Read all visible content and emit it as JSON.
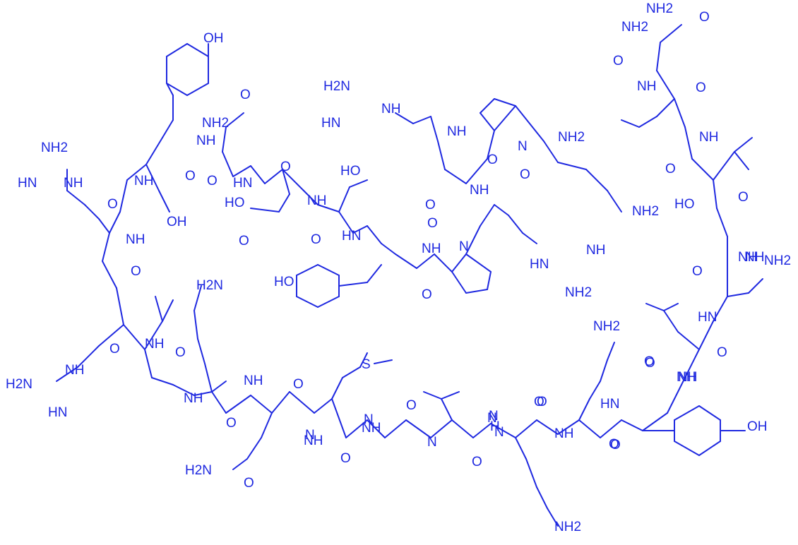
{
  "structure": {
    "type": "peptide skeletal formula",
    "color": "#1f29e0"
  },
  "labels": {
    "oh_tyr1": "OH",
    "n_leu_term": "NH",
    "o_leu_term": "O",
    "nh2_term1": "NH2",
    "o_term": "O",
    "nh2_asn_term": "NH2",
    "o_asn_term": "O",
    "nh2_tyr_side": "NH2",
    "hn_arg1": "HN",
    "nh_arg1": "NH",
    "nh_thr1": "NH",
    "o_thr1": "O",
    "nh_tyr_back": "NH",
    "o_tyr_back": "O",
    "nh2_asn2": "NH2",
    "o_asn2": "O",
    "h2n_arg_top": "H2N",
    "hn_arg_top": "HN",
    "nh_arg_top": "NH",
    "nh_ile": "NH",
    "o_ile": "O",
    "nh_pro_top": "NH",
    "o_pro_top": "O",
    "n_pro_top": "N",
    "nh2_lys_top": "NH2",
    "o_lys_top": "O",
    "hn_asn_back": "HN",
    "o_asn_back": "O",
    "nh_asp": "NH",
    "o_asp": "O",
    "ho_thr2": "HO",
    "oh_thr1": "OH",
    "ho_asp": "HO",
    "o_asp_side": "O",
    "ho_ser": "HO",
    "nh_ser": "NH",
    "o_ser": "O",
    "nh2_lys_top_side": "NH2",
    "nh_arg_mid": "NH",
    "o_arg_mid": "O",
    "o_thr2": "O",
    "hn_thr2": "HN",
    "nh_arg1b": "NH",
    "o_arg1b": "O",
    "nh_asn3": "NH",
    "o_asn3": "O",
    "nh2_asn3": "NH2",
    "nh_pro_mid": "NH",
    "n_pro_mid": "N",
    "nh_arg_mid_side": "NH",
    "hn_arg_mid_side": "HN",
    "nh2_arg_mid_side": "NH2",
    "ho_tyr2": "HO",
    "o_pro_mid": "O",
    "nh_leu2": "NH",
    "o_leu2": "O",
    "nh_asn4": "HN",
    "o_asn4": "O",
    "nh2_lys2_side": "NH2",
    "nh_arg2": "NH",
    "o_arg2": "O",
    "h2n_lys_mid": "H2N",
    "nh2_arg3": "H2N",
    "hn_arg3": "HN",
    "nh_arg3": "NH",
    "o_lys_bottom": "O",
    "nh_lys_bottom": "NH",
    "o_leu3": "O",
    "nh_gln": "NH",
    "o_gln": "O",
    "s_met": "S",
    "n_tyr3": "HN",
    "o_tyr3": "O",
    "oh_tyr3": "OH",
    "n_met": "N",
    "nh_met": "NH",
    "o_met": "O",
    "nh_ala": "N",
    "o_ala": "O",
    "nh_val": "N",
    "o_val": "O",
    "nh_val2": "N",
    "o_lys3": "O",
    "nh_lys3": "NH",
    "o_lys3b": "O",
    "h2n_gln": "H2N",
    "o_gln_side": "O",
    "h2n_lys3": "NH2",
    "nh_ala2": "NH",
    "nh_lys4": "N",
    "nh_lys4b": "H",
    "o_lys4": "O",
    "n_lys2": "N",
    "o_leu_b": "O",
    "n_leu_b": "NH",
    "o_end": "O"
  }
}
